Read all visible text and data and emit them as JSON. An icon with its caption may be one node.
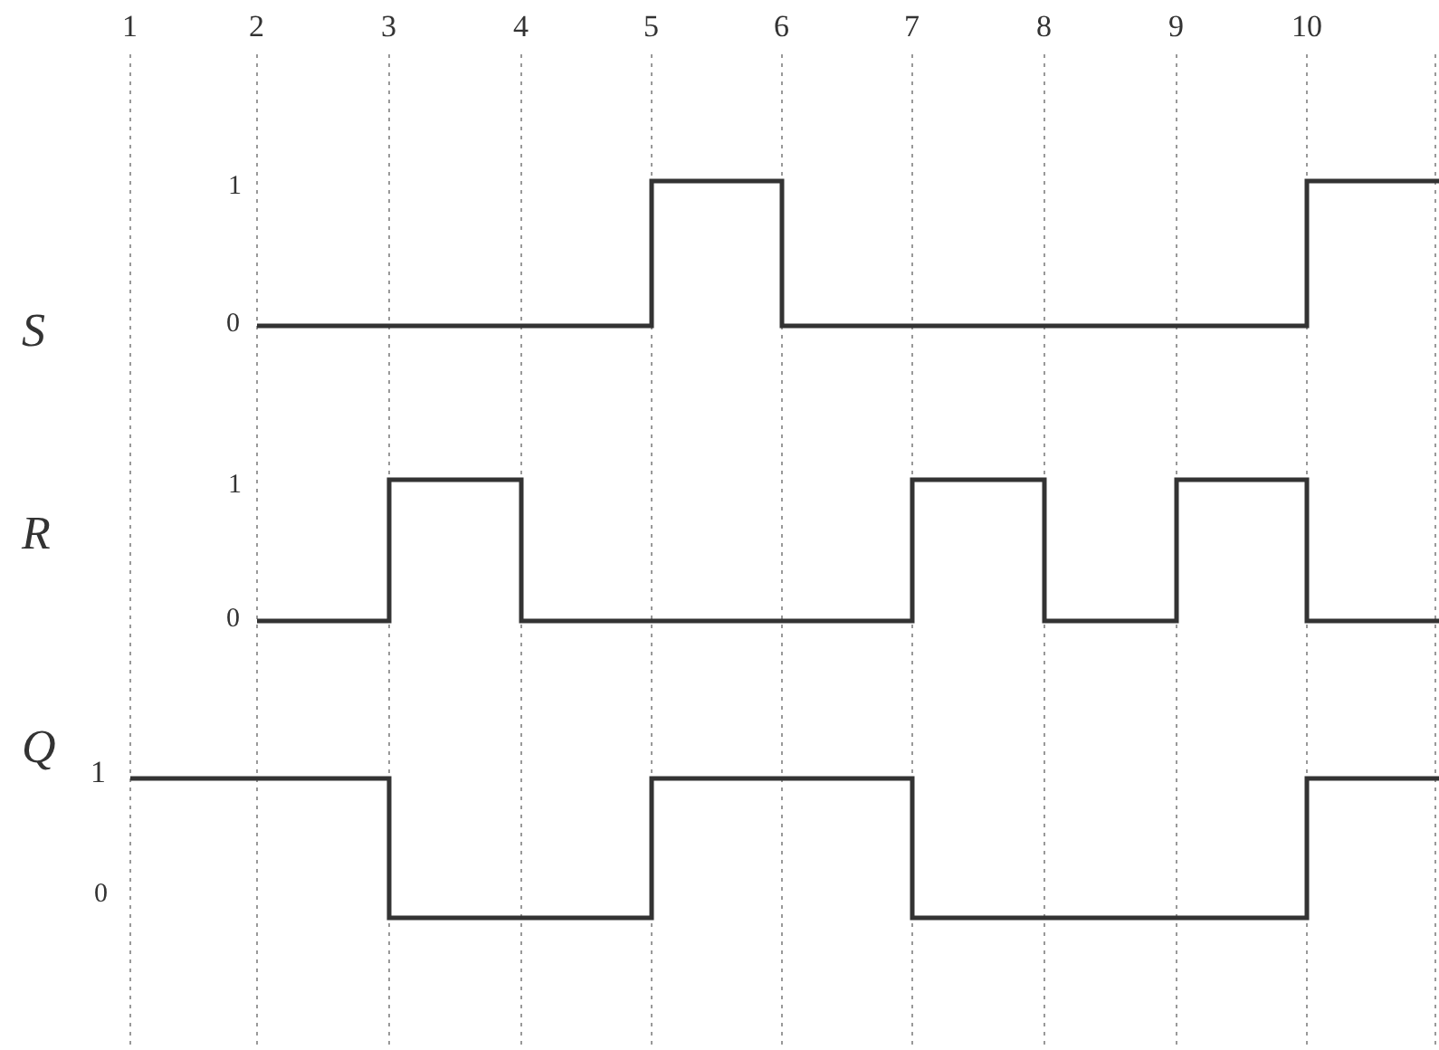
{
  "diagram": {
    "labels": [
      "1",
      "2",
      "3",
      "4",
      "5",
      "6",
      "7",
      "8",
      "9",
      "10",
      "1",
      "S",
      "0",
      "1",
      "R",
      "0",
      "Q",
      "1",
      "0"
    ]
  }
}
